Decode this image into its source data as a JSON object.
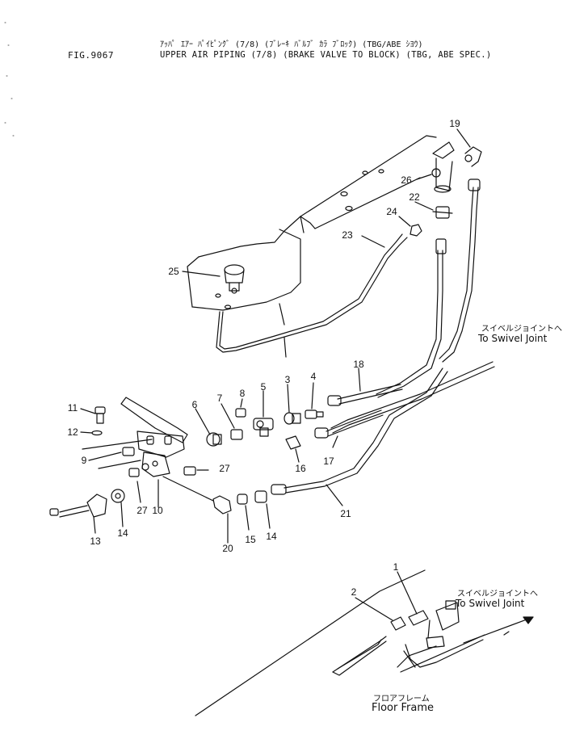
{
  "header": {
    "figure_no": "FIG.9067",
    "title_jp": "ｱｯﾊﾟ ｴｱｰ ﾊﾟｲﾋﾟﾝｸﾞ (7/8) (ﾌﾞﾚｰｷ ﾊﾞﾙﾌﾞ ｶﾗ ﾌﾞﾛｯｸ) (TBG/ABE ｼﾖｳ)",
    "title_en": "UPPER AIR PIPING (7/8) (BRAKE VALVE TO BLOCK) (TBG, ABE SPEC.)"
  },
  "labels": {
    "swivel_joint_jp_upper": "スイベルジョイントへ",
    "swivel_joint_en_upper": "To Swivel Joint",
    "swivel_joint_jp_lower": "スイベルジョイントへ",
    "swivel_joint_en_lower": "To Swivel Joint",
    "floor_frame_jp": "フロアフレーム",
    "floor_frame_en": "Floor Frame"
  },
  "callouts": {
    "c1": "1",
    "c2": "2",
    "c3": "3",
    "c4": "4",
    "c5": "5",
    "c6": "6",
    "c7": "7",
    "c8": "8",
    "c9": "9",
    "c10": "10",
    "c11": "11",
    "c12": "12",
    "c13": "13",
    "c14a": "14",
    "c14b": "14",
    "c15": "15",
    "c16": "16",
    "c17": "17",
    "c18": "18",
    "c19": "19",
    "c20": "20",
    "c21": "21",
    "c22": "22",
    "c23": "23",
    "c24": "24",
    "c25": "25",
    "c26": "26",
    "c27a": "27",
    "c27b": "27"
  }
}
